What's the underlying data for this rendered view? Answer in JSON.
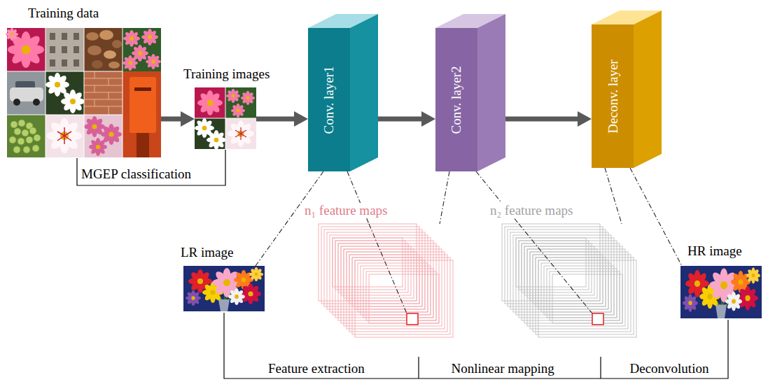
{
  "diagram": {
    "nodes": [
      {
        "text": [
          "Training data"
        ]
      },
      {
        "text": [
          "Training images"
        ]
      },
      {
        "text": [
          "Conv. layer1"
        ]
      },
      {
        "text": [
          "Conv. layer2"
        ]
      },
      {
        "text": [
          "Deconv. layer"
        ]
      },
      {
        "text": [
          "LR image"
        ]
      },
      {
        "text": [
          "n₁ feature maps"
        ]
      },
      {
        "text": [
          "n₂ feature maps"
        ]
      },
      {
        "text": [
          "HR image"
        ]
      }
    ],
    "edges": [
      {
        "from": 0,
        "to": 1,
        "arrow": "to"
      },
      {
        "from": 1,
        "to": 2,
        "arrow": "to"
      },
      {
        "from": 2,
        "to": 3,
        "arrow": "to"
      },
      {
        "from": 3,
        "to": 4,
        "arrow": "to"
      },
      {
        "from": 2,
        "to": 5,
        "arrow": "none"
      },
      {
        "from": 2,
        "to": 6,
        "arrow": "none"
      },
      {
        "from": 3,
        "to": 6,
        "arrow": "none"
      },
      {
        "from": 3,
        "to": 7,
        "arrow": "none"
      },
      {
        "from": 4,
        "to": 7,
        "arrow": "none"
      },
      {
        "from": 4,
        "to": 8,
        "arrow": "none"
      }
    ],
    "labels": [
      "MGEP classification",
      "Feature extraction",
      "Nonlinear mapping",
      "Deconvolution"
    ]
  }
}
